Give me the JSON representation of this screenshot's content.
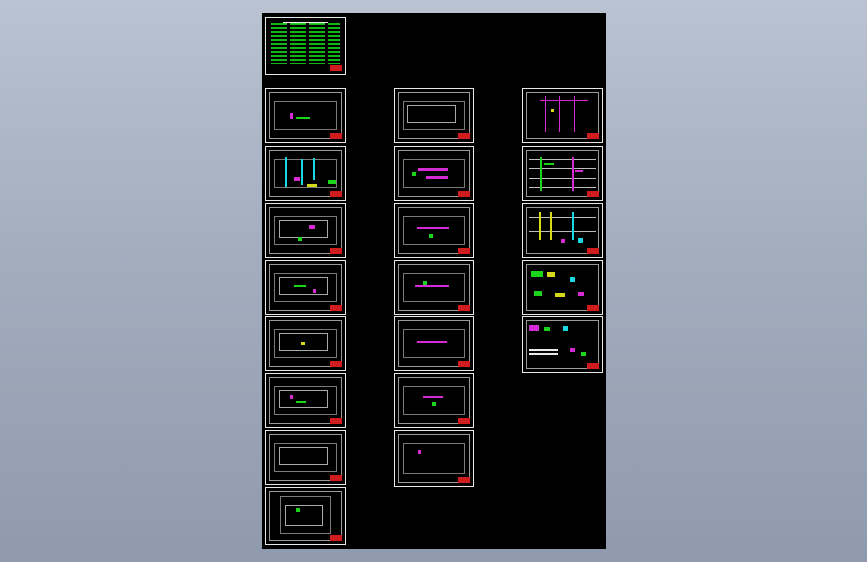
{
  "window": {
    "background_top": "#b9c3d1",
    "background_bottom": "#8f9bad"
  },
  "drawing": {
    "background": "#000000",
    "sheet_border_color": "#e8e8e8",
    "title_block_color": "#d01c1c",
    "layer_colors": {
      "green": "#1bd41b",
      "magenta": "#d42bd4",
      "cyan": "#1ad6e0",
      "yellow": "#d8d81a"
    },
    "sheets": [
      {
        "id": "notes",
        "kind": "design-notes",
        "column": 1,
        "row": 0
      },
      {
        "id": "c1-r1",
        "kind": "floor-plan",
        "column": 1,
        "row": 1
      },
      {
        "id": "c1-r2",
        "kind": "floor-plan",
        "column": 1,
        "row": 2
      },
      {
        "id": "c1-r3",
        "kind": "floor-plan",
        "column": 1,
        "row": 3
      },
      {
        "id": "c1-r4",
        "kind": "floor-plan",
        "column": 1,
        "row": 4
      },
      {
        "id": "c1-r5",
        "kind": "floor-plan",
        "column": 1,
        "row": 5
      },
      {
        "id": "c1-r6",
        "kind": "floor-plan",
        "column": 1,
        "row": 6
      },
      {
        "id": "c1-r7",
        "kind": "floor-plan",
        "column": 1,
        "row": 7
      },
      {
        "id": "c1-r8",
        "kind": "floor-plan",
        "column": 1,
        "row": 8
      },
      {
        "id": "c2-r1",
        "kind": "floor-plan",
        "column": 2,
        "row": 1
      },
      {
        "id": "c2-r2",
        "kind": "floor-plan",
        "column": 2,
        "row": 2
      },
      {
        "id": "c2-r3",
        "kind": "floor-plan",
        "column": 2,
        "row": 3
      },
      {
        "id": "c2-r4",
        "kind": "floor-plan",
        "column": 2,
        "row": 4
      },
      {
        "id": "c2-r5",
        "kind": "floor-plan",
        "column": 2,
        "row": 5
      },
      {
        "id": "c2-r6",
        "kind": "floor-plan",
        "column": 2,
        "row": 6
      },
      {
        "id": "c2-r7",
        "kind": "floor-plan",
        "column": 2,
        "row": 7
      },
      {
        "id": "c3-r1",
        "kind": "system-diagram",
        "column": 3,
        "row": 1
      },
      {
        "id": "c3-r2",
        "kind": "riser-diagram",
        "column": 3,
        "row": 2
      },
      {
        "id": "c3-r3",
        "kind": "riser-diagram",
        "column": 3,
        "row": 3
      },
      {
        "id": "c3-r4",
        "kind": "detail-sheet",
        "column": 3,
        "row": 4
      },
      {
        "id": "c3-r5",
        "kind": "detail-sheet",
        "column": 3,
        "row": 5
      }
    ]
  }
}
